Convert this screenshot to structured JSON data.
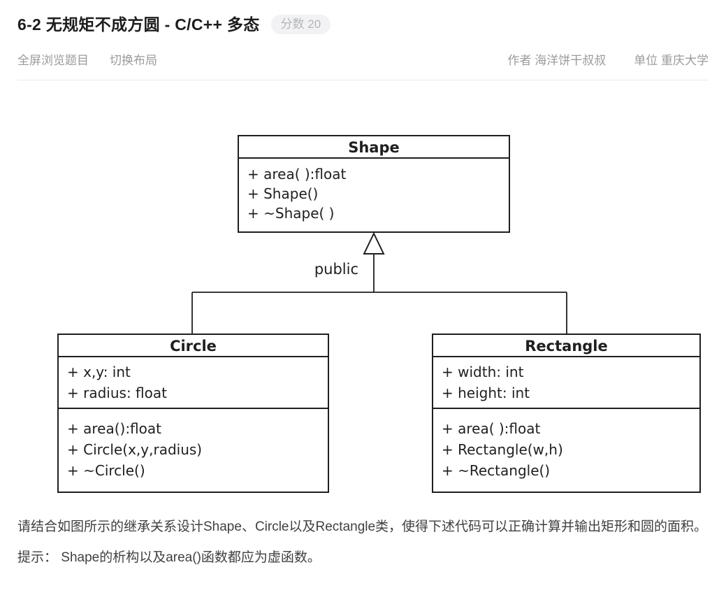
{
  "header": {
    "title": "6-2 无规矩不成方圆 - C/C++ 多态",
    "score_badge": "分数 20"
  },
  "toolbar": {
    "fullscreen_link": "全屏浏览题目",
    "switch_layout_link": "切换布局",
    "author": "作者 海洋饼干叔叔",
    "organization": "单位 重庆大学"
  },
  "diagram": {
    "inheritance_label": "public",
    "shape": {
      "name": "Shape",
      "members": [
        "+ area( ):float",
        "+ Shape()",
        "+ ~Shape( )"
      ]
    },
    "circle": {
      "name": "Circle",
      "attributes": [
        "+ x,y: int",
        "+ radius: float"
      ],
      "methods": [
        "+ area():float",
        "+ Circle(x,y,radius)",
        "+ ~Circle()"
      ]
    },
    "rectangle": {
      "name": "Rectangle",
      "attributes": [
        "+ width: int",
        "+ height: int"
      ],
      "methods": [
        "+ area( ):float",
        "+ Rectangle(w,h)",
        "+ ~Rectangle()"
      ]
    }
  },
  "problem": {
    "description": "请结合如图所示的继承关系设计Shape、Circle以及Rectangle类，使得下述代码可以正确计算并输出矩形和圆的面积。",
    "hint": "提示： Shape的析构以及area()函数都应为虚函数。"
  },
  "colors": {
    "muted_text": "#9b9b9b",
    "badge_bg": "#f2f2f4",
    "badge_text": "#b3b6ba",
    "body_text": "#404040",
    "diagram_line": "#1f1f1f",
    "divider": "#e9e9e9"
  }
}
